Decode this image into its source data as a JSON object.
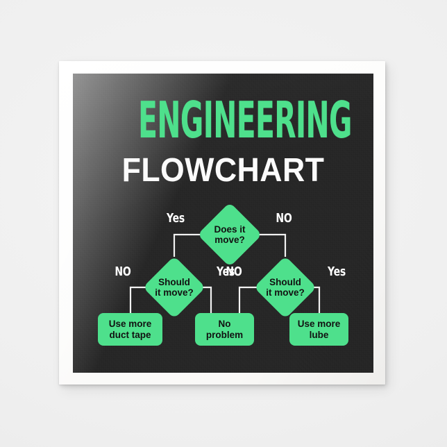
{
  "product": {
    "type": "paper-napkin",
    "background_color": "#efefef",
    "napkin_color": "#ffffff"
  },
  "design": {
    "panel_background": "#262626",
    "accent_green": "#4ee08c",
    "text_white": "#fbfbfb",
    "text_black": "#111111",
    "headline_main": "ENGINEERING",
    "headline_sub": "FLOWCHART"
  },
  "chart_data": {
    "type": "diagram",
    "title": "ENGINEERING FLOWCHART",
    "nodes": [
      {
        "id": "does-it-move",
        "shape": "diamond",
        "label": "Does it\nmove?"
      },
      {
        "id": "should-left",
        "shape": "diamond",
        "label": "Should\nit move?"
      },
      {
        "id": "should-right",
        "shape": "diamond",
        "label": "Should\nit move?"
      },
      {
        "id": "duct-tape",
        "shape": "rounded-rect",
        "label": "Use more\nduct tape"
      },
      {
        "id": "no-problem",
        "shape": "rounded-rect",
        "label": "No\nproblem"
      },
      {
        "id": "lube",
        "shape": "rounded-rect",
        "label": "Use more\nlube"
      }
    ],
    "edges": [
      {
        "from": "does-it-move",
        "to": "should-left",
        "label": "Yes"
      },
      {
        "from": "does-it-move",
        "to": "should-right",
        "label": "No"
      },
      {
        "from": "should-left",
        "to": "duct-tape",
        "label": "No"
      },
      {
        "from": "should-left",
        "to": "no-problem",
        "label": "Yes"
      },
      {
        "from": "should-right",
        "to": "no-problem",
        "label": "No"
      },
      {
        "from": "should-right",
        "to": "lube",
        "label": "Yes"
      }
    ],
    "edge_labels": {
      "top_yes": "Yes",
      "top_no": "NO",
      "left_no": "NO",
      "left_yes": "Yes",
      "right_no": "NO",
      "right_yes": "Yes"
    },
    "node_labels": {
      "does_it_move": "Does it\nmove?",
      "should_it_move_left": "Should\nit move?",
      "should_it_move_right": "Should\nit move?",
      "duct_tape": "Use more\nduct tape",
      "no_problem": "No\nproblem",
      "lube": "Use more\nlube"
    },
    "connector_color": "#f2f2f2"
  }
}
